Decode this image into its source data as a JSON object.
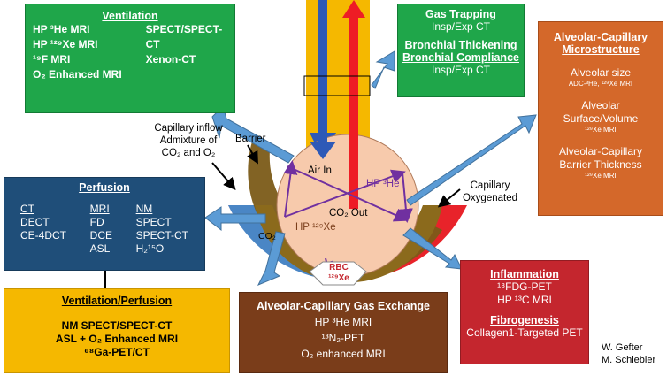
{
  "ventilation": {
    "title": "Ventilation",
    "left": [
      "HP ³He MRI",
      "HP ¹²⁹Xe MRI",
      "¹⁹F MRI",
      "O₂ Enhanced MRI"
    ],
    "right": [
      "SPECT/SPECT-CT",
      "Xenon-CT"
    ]
  },
  "gas_trapping": {
    "title": "Gas Trapping",
    "line1": "Insp/Exp CT",
    "title2": "Bronchial Thickening",
    "title3": "Bronchial Compliance",
    "line2": "Insp/Exp CT"
  },
  "alveolar": {
    "title1": "Alveolar-Capillary",
    "title2": "Microstructure",
    "size": "Alveolar size",
    "size_sub": "ADC-³He, ¹²⁹Xe MRI",
    "surf1": "Alveolar",
    "surf2": "Surface/Volume",
    "surf_sub": "¹²⁹Xe MRI",
    "barrier1": "Alveolar-Capillary",
    "barrier2": "Barrier Thickness",
    "barrier_sub": "¹²⁹Xe MRI"
  },
  "perfusion": {
    "title": "Perfusion",
    "columns": [
      {
        "head": "CT",
        "items": [
          "DECT",
          "CE-4DCT"
        ]
      },
      {
        "head": "MRI",
        "items": [
          "FD",
          "DCE",
          "ASL"
        ]
      },
      {
        "head": "NM",
        "items": [
          "SPECT",
          "SPECT-CT",
          "H₂¹⁵O"
        ]
      }
    ]
  },
  "vent_perf": {
    "title": "Ventilation/Perfusion",
    "lines": [
      "NM SPECT/SPECT-CT",
      "ASL + O₂ Enhanced MRI",
      "⁶⁸Ga-PET/CT"
    ]
  },
  "gas_exchange": {
    "title": "Alveolar-Capillary Gas Exchange",
    "lines": [
      "HP ³He MRI",
      "¹³N₂-PET",
      "O₂ enhanced MRI"
    ]
  },
  "inflammation": {
    "title": "Inflammation",
    "lines": [
      "¹⁸FDG-PET",
      "HP ¹³C MRI"
    ],
    "title2": "Fibrogenesis",
    "line3": "Collagen1-Targeted PET"
  },
  "labels": {
    "capillary_inflow": "Capillary inflow",
    "admixture": "Admixture of",
    "co2_o2": "CO₂ and O₂",
    "barrier": "Barrier",
    "air_in": "Air In",
    "hp_he": "HP ³He",
    "co2_out": "CO₂ Out",
    "hp_xe": "HP ¹²⁹Xe",
    "co2": "CO₂",
    "capillary": "Capillary",
    "oxygenated": "Oxygenated",
    "rbc": "RBC",
    "rbc_xe": "¹²⁹Xe"
  },
  "credits": [
    "W. Gefter",
    "M. Schiebler"
  ],
  "colors": {
    "green": "#1fa64a",
    "orange": "#d4682a",
    "navy": "#1f4e79",
    "yellow": "#f5b800",
    "brown": "#7a3d1a",
    "red": "#c4262e",
    "arrow_blue": "#5b9bd5",
    "alveolus": "#f7caac",
    "purple": "#7030a0"
  }
}
